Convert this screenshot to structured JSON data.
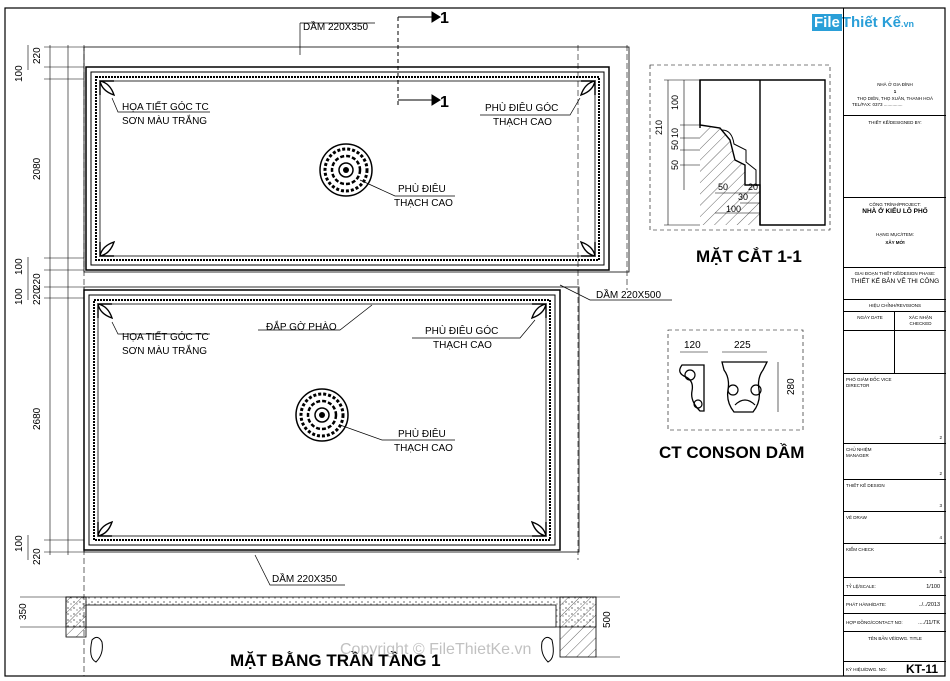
{
  "plan": {
    "title": "MẶT BẰNG TRẦN TẦNG 1",
    "beam_top": "DẦM 220X350",
    "beam_mid": "DẦM 220X500",
    "beam_bottom": "DẦM 220X350",
    "section_mark": "1",
    "room1": {
      "corner_label_1": "HỌA TIẾT GÓC TC",
      "corner_label_2": "SƠN MÀU TRẮNG",
      "corner_relief_1": "PHÙ ĐIÊU GÓC",
      "corner_relief_2": "THẠCH CAO",
      "center_relief_1": "PHÙ ĐIÊU",
      "center_relief_2": "THẠCH CAO"
    },
    "room2": {
      "corner_label_1": "HỌA TIẾT GÓC TC",
      "corner_label_2": "SƠN MÀU TRẮNG",
      "molding": "ĐẮP GỜ PHÀO",
      "corner_relief_1": "PHÙ ĐIÊU GÓC",
      "corner_relief_2": "THẠCH CAO",
      "center_relief_1": "PHÙ ĐIÊU",
      "center_relief_2": "THẠCH CAO"
    },
    "dims_left": [
      "220",
      "100",
      "2080",
      "100",
      "220",
      "100",
      "220",
      "2680",
      "100",
      "220"
    ],
    "dims_bottom": [
      "350",
      "500"
    ]
  },
  "section": {
    "title": "MẶT CẮT 1-1",
    "dims": [
      "210",
      "100",
      "50",
      "50",
      "10",
      "50",
      "30",
      "100",
      "20"
    ]
  },
  "conson": {
    "title": "CT CONSON DẦM",
    "dims": [
      "120",
      "225",
      "280"
    ]
  },
  "watermark": "Copyright © FileThietKe.vn",
  "logo": {
    "box": "File",
    "text": "Thiết Kế",
    "suffix": ".vn"
  },
  "title_block": {
    "owner": "NHÀ Ở GIA ĐÌNH",
    "owner_no": "1",
    "address": "THỌ DIÊN, THỌ XUÂN, THANH HOÁ",
    "tel": "TEL/FAX: 0373 ...............",
    "designed_by": "THIẾT KẾ/DESIGNED BY:",
    "project_label": "CÔNG TRÌNH/PROJECT:",
    "project": "NHÀ Ở KIỂU LÔ PHỐ",
    "item_label": "HẠNG MỤC/ITEM:",
    "item": "XÂY MỚI",
    "phase_label": "GIAI ĐOẠN THIẾT KẾ/DESIGN PHASE:",
    "phase": "THIẾT KẾ BẢN VẼ THI CÔNG",
    "revisions": "HIỆU CHỈNH/REVISIONS",
    "date_col": "NGÀY DATE",
    "checked_col": "XÁC NHẬN CHECKED",
    "vice_director": "PHÓ GIÁM ĐỐC VICE DIRECTOR",
    "manager": "CHỦ NHIỆM MANAGER",
    "design": "THIẾT KẾ DESIGN",
    "draw": "VẼ DRAW",
    "check": "KIỂM CHECK",
    "scale_label": "TỶ LỆ/SCALE:",
    "scale": "1/100",
    "date_label": "PHÁT HÀNH/DATE:",
    "date": "../../2013",
    "contract_label": "HỢP ĐỒNG/CONTACT NO:",
    "contract": "..../11/TK",
    "dwg_title_label": "TÊN BẢN VẼ/DWG. TITLE",
    "dwg_no_label": "KÝ HIỆU/DWG. NO:",
    "dwg_no": "KT-11",
    "sig_nums": [
      "2",
      "2",
      "3",
      "4",
      "5"
    ]
  }
}
